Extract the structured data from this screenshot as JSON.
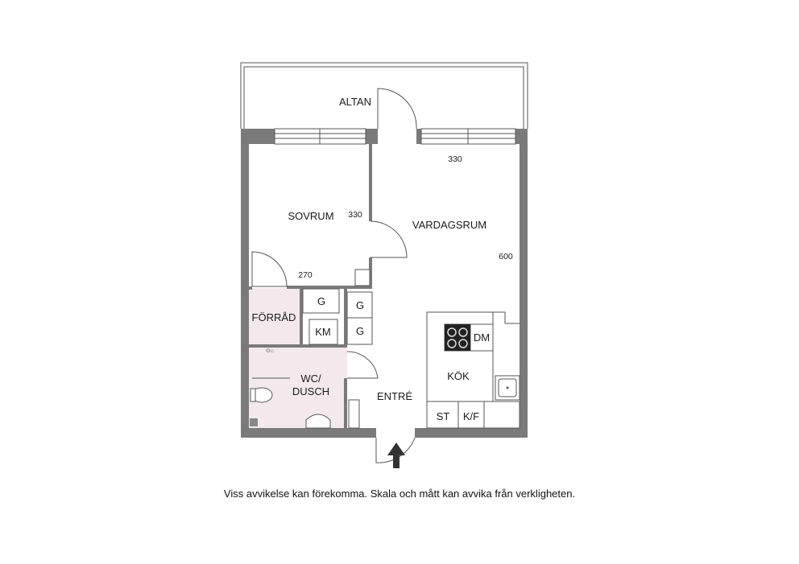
{
  "rooms": {
    "altan": "ALTAN",
    "sovrum": "SOVRUM",
    "vardagsrum": "VARDAGSRUM",
    "forrad": "FÖRRÅD",
    "wc_line1": "WC/",
    "wc_line2": "DUSCH",
    "entre": "ENTRÉ",
    "kok": "KÖK"
  },
  "dimensions": {
    "vardagsrum_width": "330",
    "sovrum_width": "330",
    "vardagsrum_depth": "600",
    "sovrum_depth": "270"
  },
  "fixtures": {
    "garderob_1": "G",
    "garderob_2": "G",
    "garderob_3": "G",
    "kladvardsmaskin": "KM",
    "diskmaskin": "DM",
    "stove_cabinet": "ST",
    "kyl_frys": "K/F"
  },
  "colors": {
    "wall": "#7a7a7a",
    "wet_room_floor": "#f3e9ec",
    "line": "#555555",
    "arrow": "#333333"
  },
  "disclaimer": "Viss avvikelse kan förekomma. Skala och mått kan avvika från verkligheten."
}
